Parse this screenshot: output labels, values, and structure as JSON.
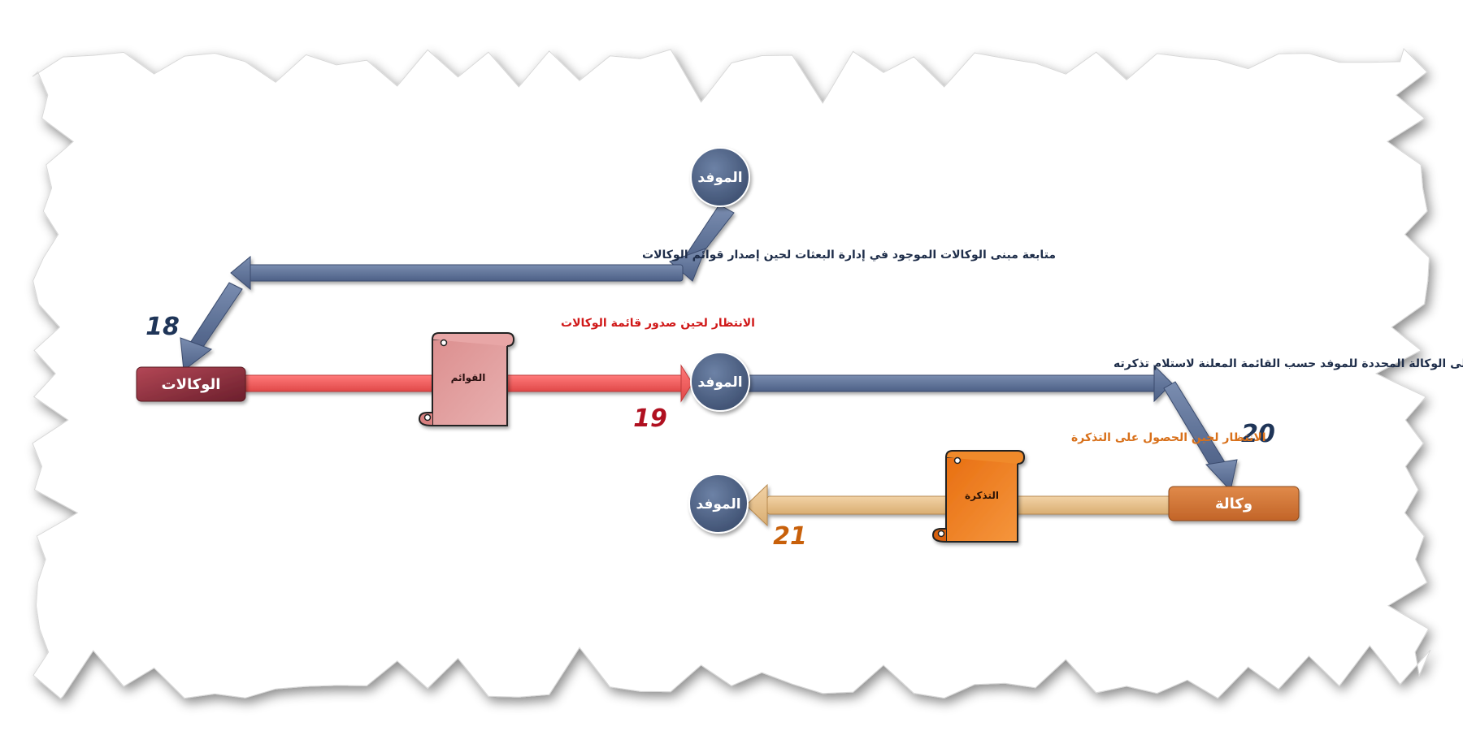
{
  "nodes": {
    "delegate_top": "الموفد",
    "delegate_mid": "الموفد",
    "delegate_bottom": "الموفد",
    "agencies": "الوكالات",
    "agency": "وكالة"
  },
  "arrow_labels": {
    "follow_building": "متابعة مبنى الوكالات الموجود في إدارة البعثات لحين إصدار قوائم الوكالات",
    "go_to_agency": "التوجه إلى الوكالة المحددة للموفد حسب القائمة المعلنة لاستلام تذكرته"
  },
  "waits": {
    "lists_wait": "الانتظار لحين صدور قائمة الوكالات",
    "ticket_wait": "الانتظار لحين الحصول على التذكرة"
  },
  "documents": {
    "lists": "القوائم",
    "ticket": "التذكرة"
  },
  "steps": {
    "s18": "18",
    "s19": "19",
    "s20": "20",
    "s21": "21"
  },
  "colors": {
    "blue": "#4f6285",
    "red": "#e85a5a",
    "maroon": "#9c3a48",
    "orange": "#e9781e",
    "tan": "#e8c08a",
    "navy": "#1f3558",
    "step_red": "#b01020",
    "step_orange": "#c8600a"
  }
}
